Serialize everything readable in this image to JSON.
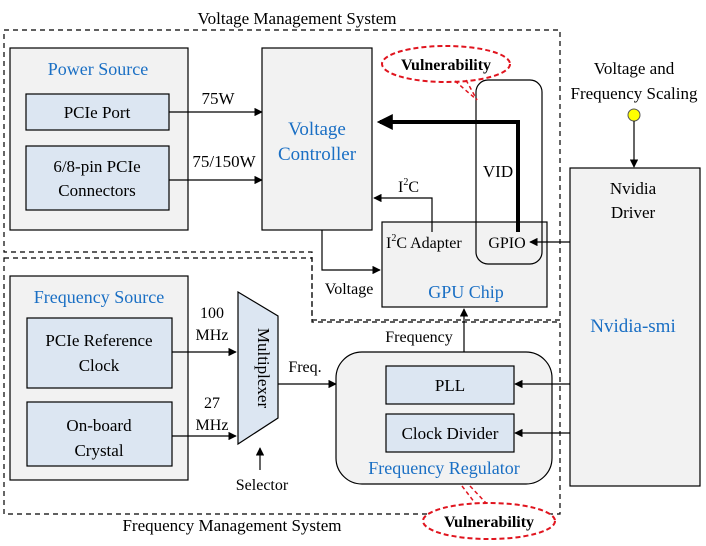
{
  "voltage_system": {
    "title": "Voltage Management System",
    "power_source": {
      "title": "Power Source",
      "pcie_port": "PCIe Port",
      "connectors_line1": "6/8-pin PCIe",
      "connectors_line2": "Connectors"
    },
    "watts_pcie": "75W",
    "watts_connectors": "75/150W",
    "voltage_controller_line1": "Voltage",
    "voltage_controller_line2": "Controller",
    "vid_label": "VID",
    "i2c_label_main": "I",
    "i2c_label_sup": "2",
    "i2c_label_tail": "C",
    "voltage_label": "Voltage"
  },
  "gpu_chip": {
    "title": "GPU Chip",
    "i2c_adapter_prefix": "I",
    "i2c_adapter_sup": "2",
    "i2c_adapter_tail": "C Adapter",
    "gpio": "GPIO"
  },
  "vulnerability_label": "Vulnerability",
  "scaling_line1": "Voltage and",
  "scaling_line2": "Frequency Scaling",
  "nvidia_driver_line1": "Nvidia",
  "nvidia_driver_line2": "Driver",
  "nvidia_smi": "Nvidia-smi",
  "frequency_system": {
    "title": "Frequency Management System",
    "frequency_source": {
      "title": "Frequency Source",
      "ref_clock_line1": "PCIe Reference",
      "ref_clock_line2": "Clock",
      "crystal_line1": "On-board",
      "crystal_line2": "Crystal"
    },
    "mhz_100_line1": "100",
    "mhz_100_line2": "MHz",
    "mhz_27_line1": "27",
    "mhz_27_line2": "MHz",
    "multiplexer": "Multiplexer",
    "selector": "Selector",
    "freq_label": "Freq.",
    "frequency_label": "Frequency",
    "regulator": {
      "title": "Frequency Regulator",
      "pll": "PLL",
      "clock_divider": "Clock Divider"
    }
  },
  "colors": {
    "box_fill": "#f2f2f2",
    "inner_fill": "#dce6f2",
    "blue_text": "#1a6fc4",
    "vulnerability_red": "#e0141e",
    "scaling_dot": "#ffff00"
  }
}
